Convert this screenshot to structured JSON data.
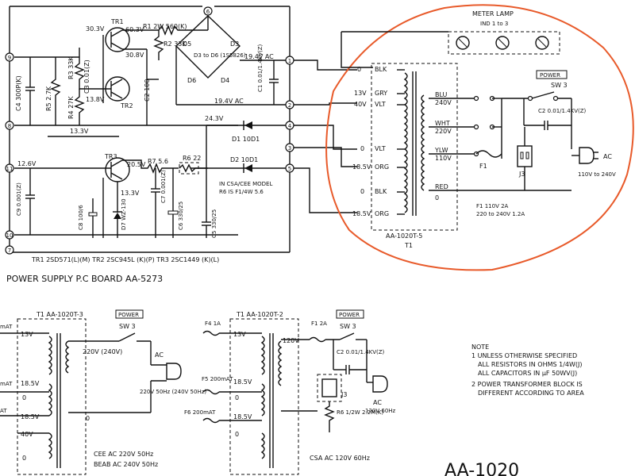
{
  "main_board": {
    "title": "POWER SUPPLY P.C BOARD AA-5273",
    "terminals": [
      "6",
      "9",
      "8",
      "1",
      "2",
      "4",
      "3",
      "5",
      "11",
      "10",
      "7"
    ],
    "transistor_note": "TR1 2SD571(L)(M)   TR2 2SC945L (K)(P)   TR3 2SC1449 (K)(L)",
    "components": {
      "tr1": "TR1",
      "tr2": "TR2",
      "tr3": "TR3",
      "r1": "R1 2W 560(K)",
      "r2": "R2 33K",
      "r3": "R3 33K",
      "r4": "R4 27K",
      "r5": "R5 2.7K",
      "c2": "C2 100",
      "c3": "C3 0.01(Z)",
      "c4": "C4 300P(K)",
      "c1": "C1 0.01/1.4KV(Z)",
      "d5": "D5",
      "d3": "D3",
      "d6": "D6",
      "d4": "D4",
      "bridge": "D3 to D6 (1S5826)",
      "d1": "D1 10D1",
      "d2": "D2 10D1",
      "r7": "R7 5.6",
      "r6": "R6 22",
      "c7": "C7 0.001(Z)",
      "c6": "C6 330/25",
      "c5": "C5 330/25",
      "c8": "C8 100/6",
      "c9": "C9 0.001(Z)",
      "d7": "D7 WZ-130",
      "csa_note_1": "IN CSA/CEE MODEL",
      "csa_note_2": "R6 IS F1/4W 5.6"
    },
    "voltages": {
      "v1": "30.3V",
      "v2": "60.3V",
      "v3": "30.8V",
      "v4": "13.8V",
      "v5": "13.3V",
      "v6": "19.4V AC",
      "v7": "19.4V AC",
      "v8": "24.3V",
      "v9": "20.5V",
      "v10": "12.6V",
      "v11": "13.3V"
    }
  },
  "transformer_main": {
    "meter_lamp": "METER LAMP",
    "ind": "IND 1 to 3",
    "power_label": "POWER",
    "sw": "SW 3",
    "taps_left": [
      "0",
      "13V",
      "40V",
      "0",
      "18.5V",
      "0",
      "18.5V"
    ],
    "tap_colors_left": [
      "BLK",
      "GRY",
      "VLT",
      "VLT",
      "ORG",
      "BLK",
      "ORG"
    ],
    "primary": [
      {
        "color": "BLU",
        "volt": "240V"
      },
      {
        "color": "WHT",
        "volt": "220V"
      },
      {
        "color": "YLW",
        "volt": "110V"
      },
      {
        "color": "RED",
        "volt": "0"
      }
    ],
    "c2": "C2 0.01/1.4KV(Z)",
    "f1": "F1",
    "j3": "J3",
    "ac": "AC",
    "ac_range": "110V to 240V",
    "fuse_note_1": "F1 110V 2A",
    "fuse_note_2": "220 to 240V 1.2A",
    "part": "AA-1020T-5",
    "t1": "T1"
  },
  "cee_block": {
    "title": "T1 AA-1020T-3",
    "power_label": "POWER",
    "sw": "SW 3",
    "taps": [
      "13V",
      "18.5V",
      "0",
      "18.5V",
      "40V",
      "0"
    ],
    "primary": "220V (240V)",
    "zero": "0",
    "ac": "AC",
    "ac_volts": "220V 50Hz (240V 50Hz)",
    "label_1": "CEE AC 220V 50Hz",
    "label_2": "BEAB AC 240V 50Hz"
  },
  "csa_block": {
    "title": "T1 AA-1020T-2",
    "power_label": "POWER",
    "sw": "SW 3",
    "f4": "F4 1A",
    "f5": "F5 200mAT",
    "f6": "F6 200mAT",
    "f1": "F1 2A",
    "taps": [
      "13V",
      "18.5V",
      "0",
      "18.5V",
      "0"
    ],
    "primary": "120V",
    "c2": "C2 0.01/1.4KV(Z)",
    "j3": "J3",
    "r6": "R6 1/2W 2.2M(K)",
    "ac": "AC",
    "ac_volts": "120V 60Hz",
    "label": "CSA AC 120V 60Hz"
  },
  "notes": {
    "heading": "NOTE",
    "line1": "1 UNLESS OTHERWISE SPECIFIED",
    "line2": "ALL RESISTORS IN OHMS 1/4W(J)",
    "line3": "ALL CAPACITORS IN µF 50WV(J)",
    "line4": "2 POWER TRANSFORMER BLOCK IS",
    "line5": "DIFFERENT ACCORDING TO AREA"
  },
  "model_partial": "AA-1020",
  "left_cut_labels": [
    "mAT",
    "mAT",
    "AT"
  ],
  "colors": {
    "ink": "#111111",
    "highlight_circle": "#e85a2a",
    "paper": "#ffffff"
  }
}
